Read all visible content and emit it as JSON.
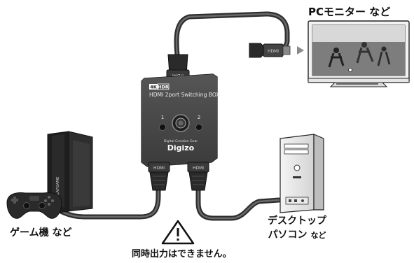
{
  "labels": {
    "monitor": "PCモニター など",
    "game": "ゲーム機 など",
    "pc_line1": "デスクトップ",
    "pc_line2_main": "パソコン",
    "pc_line2_small": "など",
    "warning": "同時出力はできません。"
  },
  "device": {
    "badge_4k": "4K",
    "badge_hdr": "HDR",
    "model_text": "HDMI 2port Switching BOX",
    "port1": "1",
    "port2": "2",
    "tagline": "Digital Creation Gear",
    "brand": "Digizo",
    "connector_top": "HDMI",
    "connector_left": "HDMI",
    "connector_right": "HDMI",
    "monitor_connector": "HDMI"
  },
  "console": {
    "side_text": "PLAYGAME"
  },
  "colors": {
    "cable": "#3c3c3c",
    "device_body": "#4a4a4a",
    "accent_text": "#111111"
  }
}
